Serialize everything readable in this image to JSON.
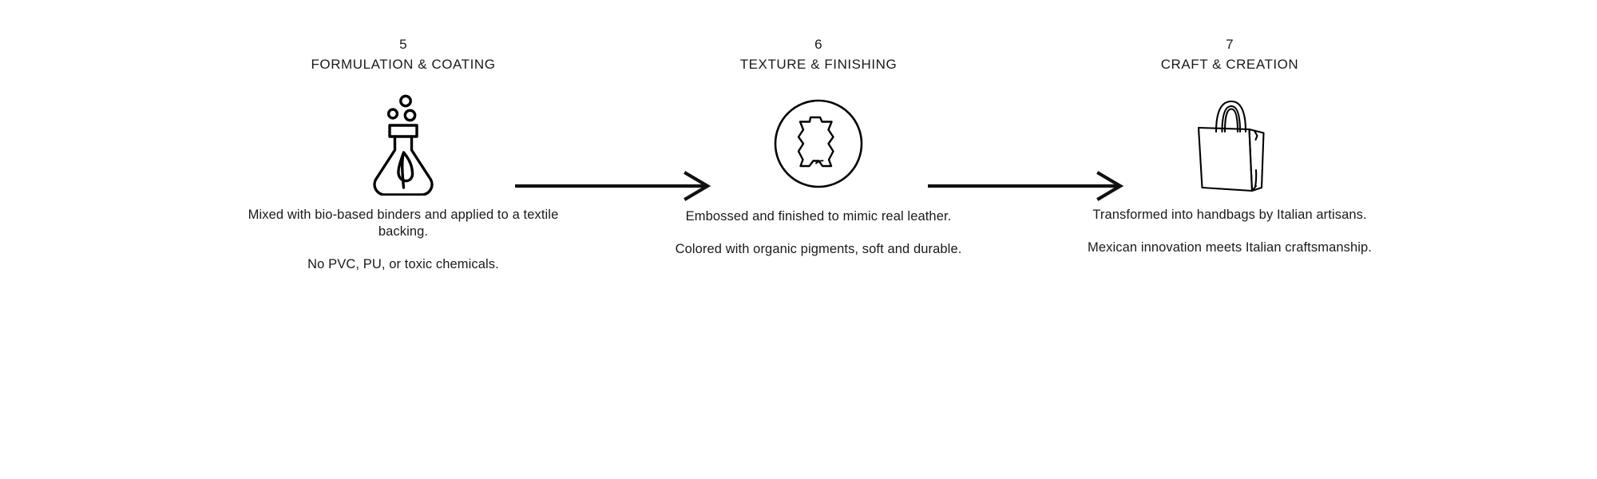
{
  "background_color": "#ffffff",
  "text_color": "#1a1a1a",
  "process": {
    "steps": [
      {
        "number": "5",
        "title": "FORMULATION & COATING",
        "icon": "flask-leaf-icon",
        "paragraphs": [
          "Mixed with bio-based binders and applied to a textile backing.",
          "No PVC, PU, or toxic chemicals."
        ]
      },
      {
        "number": "6",
        "title": "TEXTURE & FINISHING",
        "icon": "leather-hide-circle-icon",
        "paragraphs": [
          "Embossed and finished to mimic real leather.",
          "Colored with organic pigments, soft and durable."
        ]
      },
      {
        "number": "7",
        "title": "CRAFT & CREATION",
        "icon": "handbag-icon",
        "paragraphs": [
          "Transformed into handbags by Italian artisans.",
          "Mexican innovation meets Italian craftsmanship."
        ]
      }
    ],
    "connectors": [
      {
        "name": "arrow-right-icon"
      },
      {
        "name": "arrow-right-icon"
      }
    ]
  }
}
